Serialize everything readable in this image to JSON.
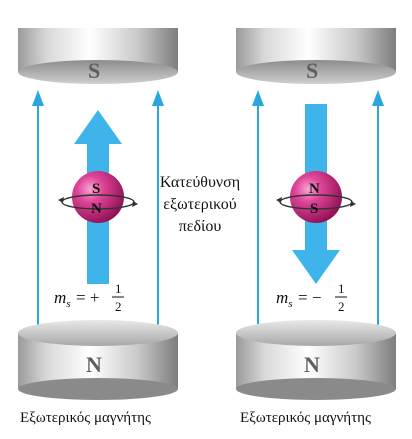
{
  "field_direction_label": [
    "Κατεύθυνση",
    "εξωτερικού",
    "πεδίου"
  ],
  "left": {
    "top_magnet_pole": "S",
    "bottom_magnet_pole": "N",
    "electron_top_pole": "S",
    "electron_bottom_pole": "N",
    "spin_label_prefix": "m",
    "spin_label_sub": "s",
    "spin_label_sign": "= +",
    "spin_value": "1/2",
    "spin_arrow_direction": "up",
    "caption": "Εξωτερικός μαγνήτης"
  },
  "right": {
    "top_magnet_pole": "S",
    "bottom_magnet_pole": "N",
    "electron_top_pole": "N",
    "electron_bottom_pole": "S",
    "spin_label_prefix": "m",
    "spin_label_sub": "s",
    "spin_label_sign": "= −",
    "spin_value": "1/2",
    "spin_arrow_direction": "down",
    "caption": "Εξωτερικός μαγνήτης"
  },
  "colors": {
    "field_lines": "#29a8e0",
    "spin_arrow": "#3fb4ea",
    "electron": "#c81e78",
    "magnet_light": "#f2f2f2",
    "magnet_dark": "#8a8a8a"
  }
}
